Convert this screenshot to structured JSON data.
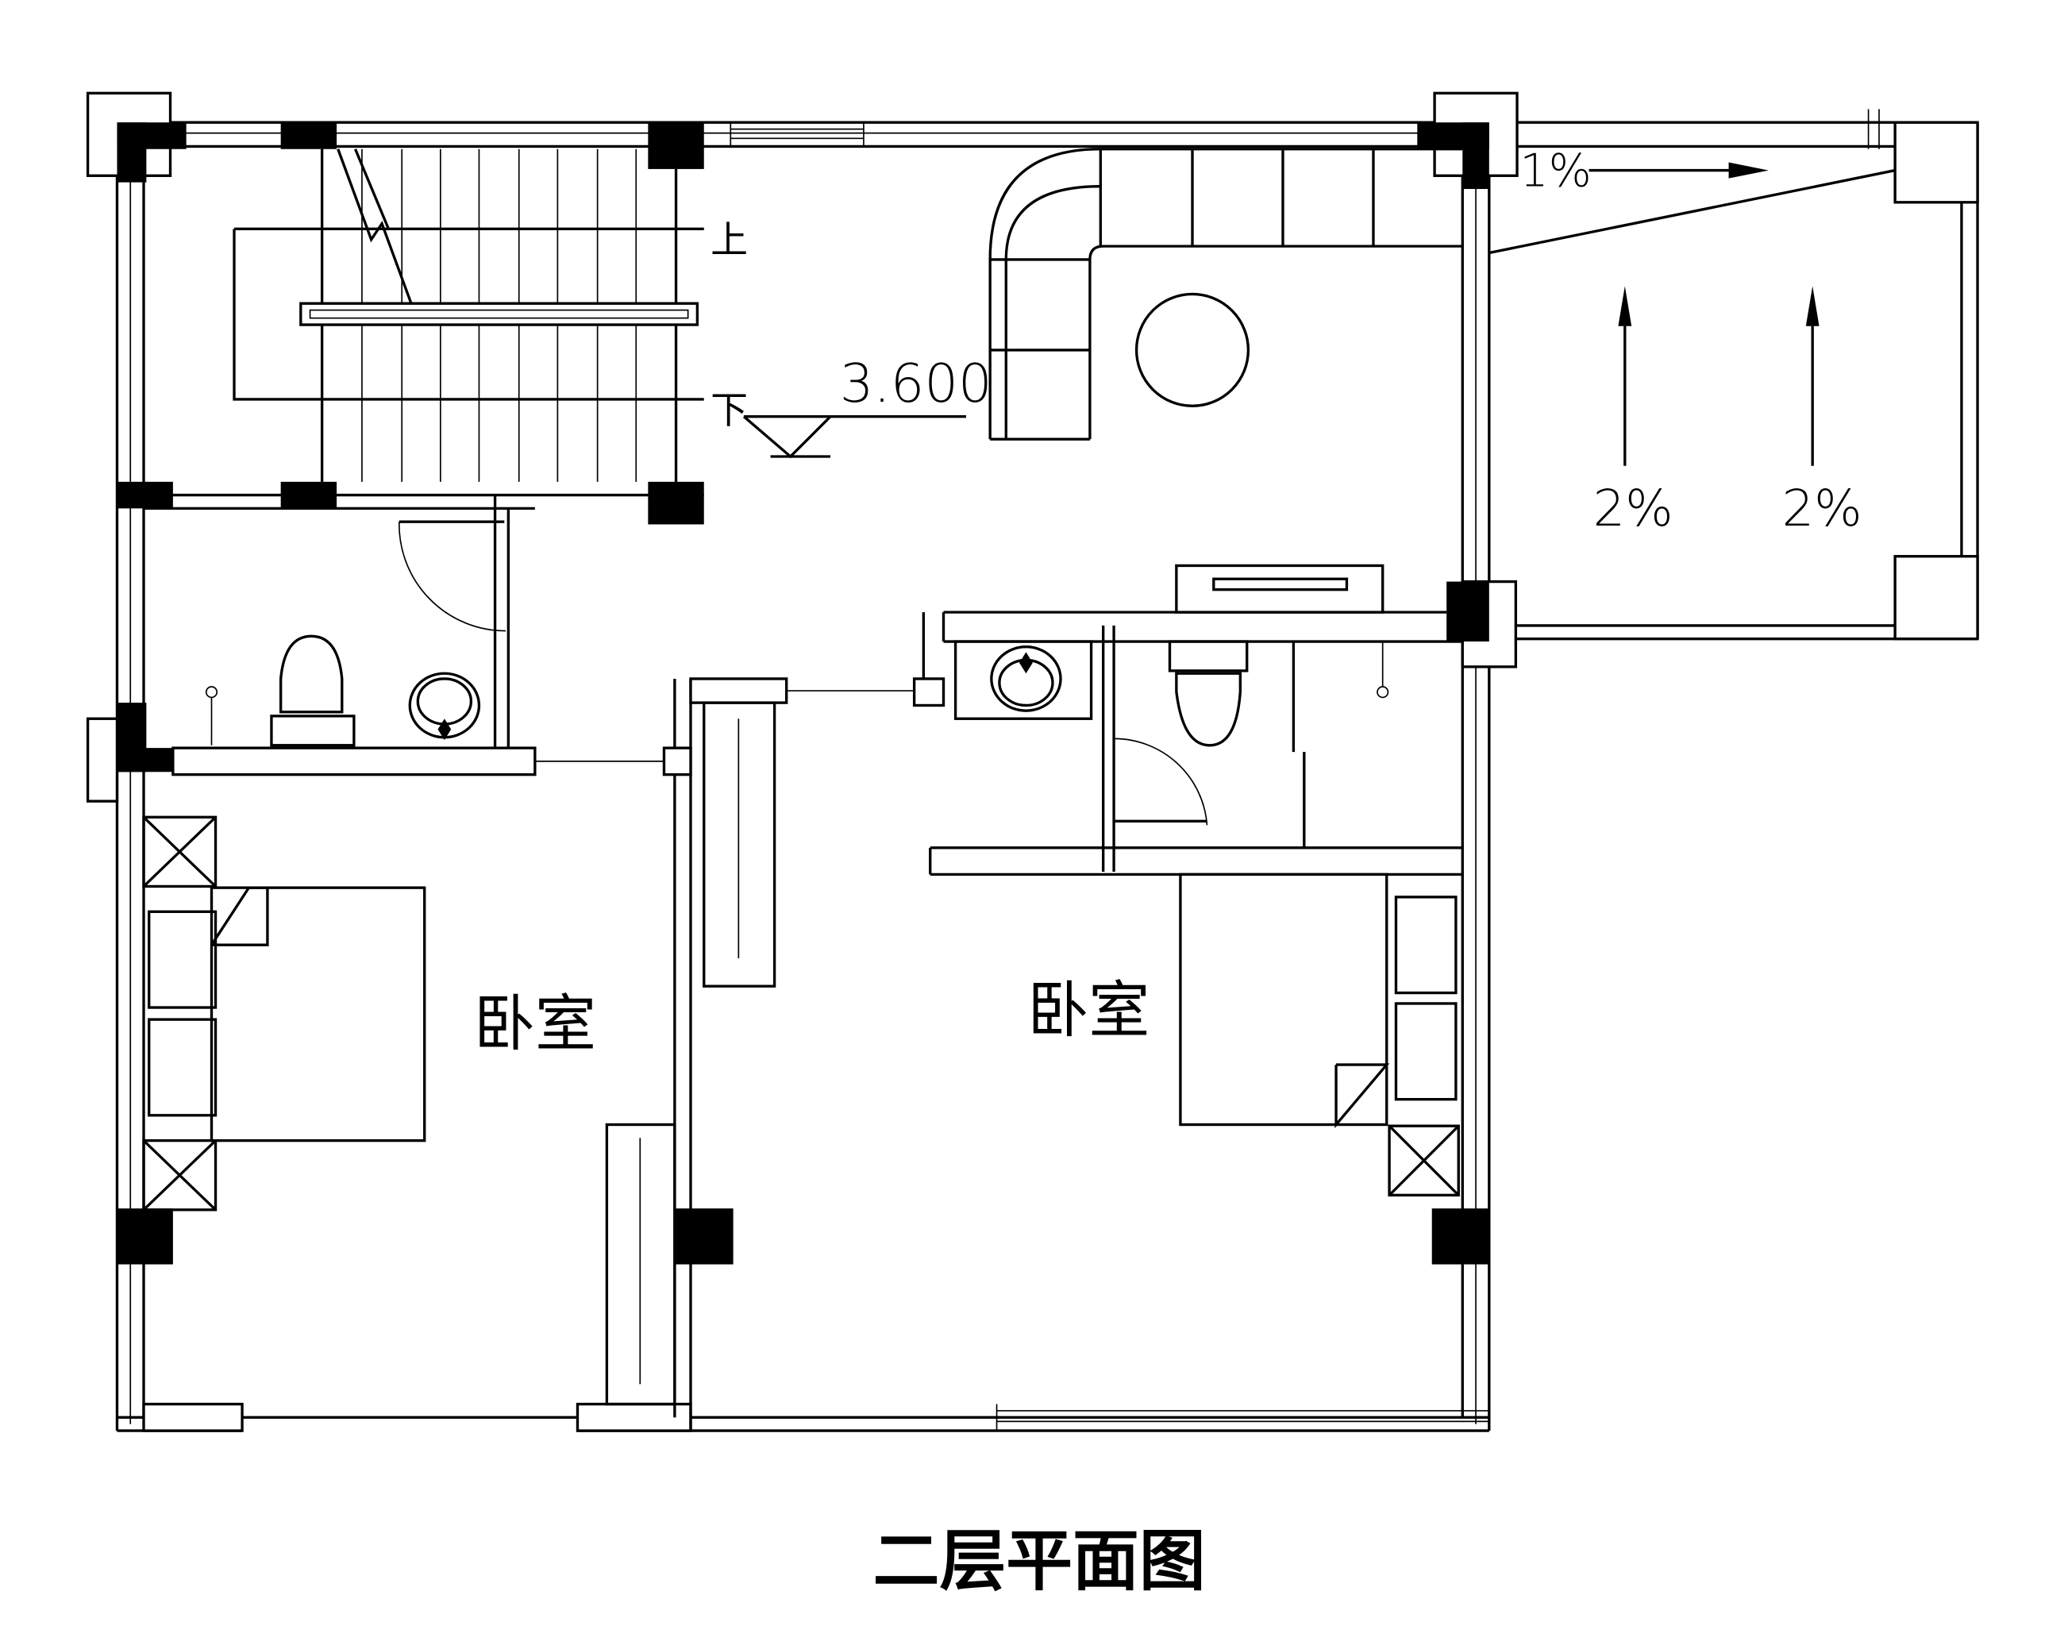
{
  "drawing": {
    "title": "二层平面图",
    "level_elevation": "3.600",
    "stair": {
      "up_label": "上",
      "down_label": "下"
    },
    "rooms": [
      {
        "name": "bedroom-left",
        "label": "卧室"
      },
      {
        "name": "bedroom-right",
        "label": "卧室"
      }
    ],
    "balcony": {
      "slope_top": "1%",
      "slope_left": "2%",
      "slope_right": "2%"
    },
    "line_color": "#000000",
    "background": "#ffffff"
  }
}
